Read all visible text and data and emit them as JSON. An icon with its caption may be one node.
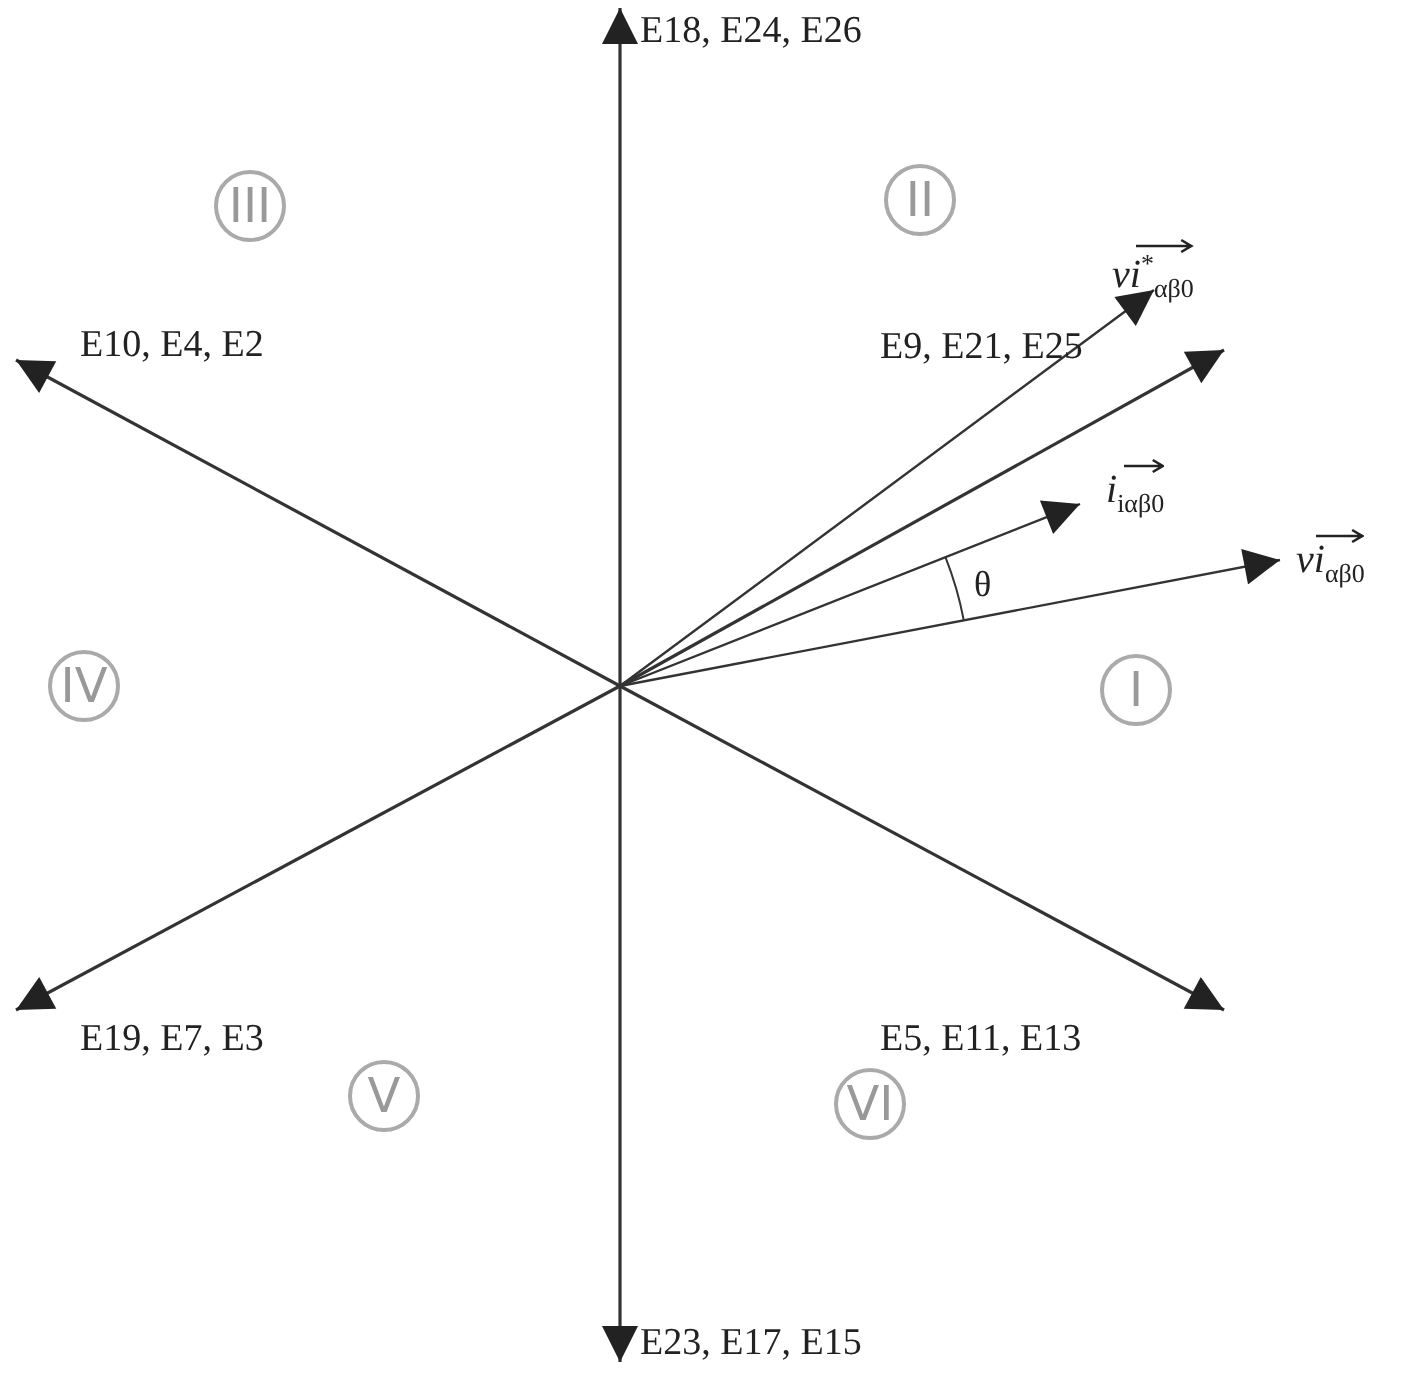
{
  "diagram": {
    "nodes": [
      {
        "text": [
          "E18, E24, E26"
        ]
      },
      {
        "text": [
          "III"
        ]
      },
      {
        "text": [
          "II"
        ]
      },
      {
        "text": [
          "*vi*$^{*}$$_{αβ0}$"
        ]
      },
      {
        "text": [
          "E10, E4, E2"
        ]
      },
      {
        "text": [
          "E9, E21, E25"
        ]
      },
      {
        "text": [
          "*i*$_{iαβ0}$"
        ]
      },
      {
        "text": [
          "*vi*$_{αβ0}$"
        ]
      },
      {
        "text": [
          "IV"
        ]
      },
      {
        "text": [
          "I"
        ]
      },
      {
        "text": [
          "E19, E7, E3"
        ]
      },
      {
        "text": [
          "E5, E11, E13"
        ]
      },
      {
        "text": [
          "V"
        ]
      },
      {
        "text": [
          "VI"
        ]
      },
      {
        "text": [
          "E23, E17, E15"
        ]
      }
    ],
    "edges": [
      {
        "from": null,
        "to": 0,
        "arrow": "to"
      },
      {
        "from": null,
        "to": 14,
        "arrow": "to"
      },
      {
        "from": null,
        "to": 4,
        "arrow": "to"
      },
      {
        "from": null,
        "to": 10,
        "arrow": "to"
      },
      {
        "from": null,
        "to": 11,
        "arrow": "to"
      },
      {
        "from": null,
        "to": 5,
        "arrow": "to"
      },
      {
        "from": null,
        "to": 3,
        "arrow": "to"
      },
      {
        "from": null,
        "to": 6,
        "arrow": "to"
      },
      {
        "from": null,
        "to": 7,
        "arrow": "to"
      }
    ],
    "labels": [
      "θ"
    ]
  }
}
